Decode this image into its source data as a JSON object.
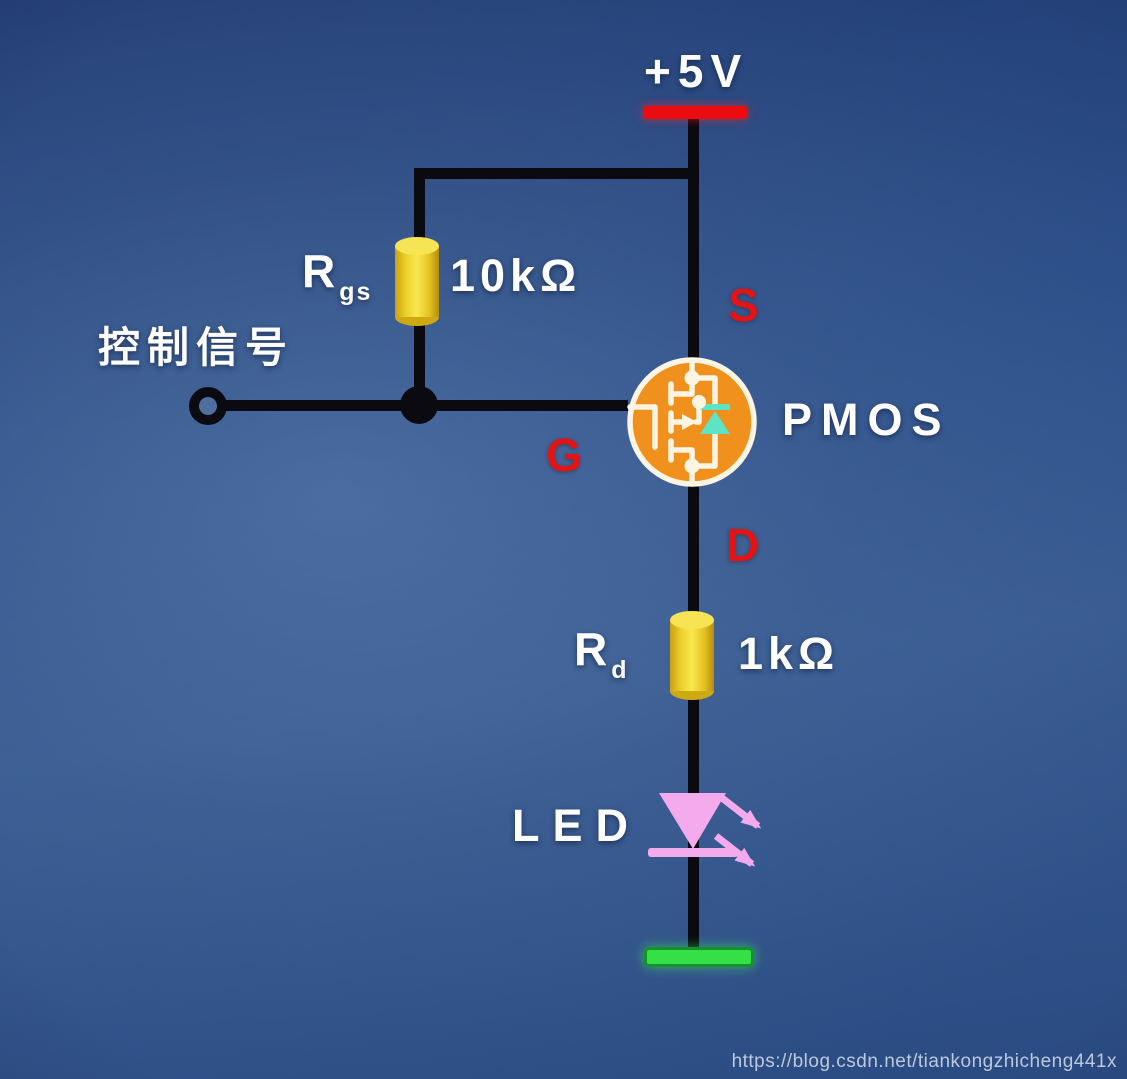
{
  "watermark": "https://blog.csdn.net/tiankongzhicheng441x",
  "circuit": {
    "power_rail": {
      "label": "+5V",
      "bar_color": "#ea0c10"
    },
    "control_input": {
      "label": "控制信号"
    },
    "resistor_rgs": {
      "symbol": "R",
      "subscript": "gs",
      "value": "10kΩ",
      "body_color": "#f0d22c"
    },
    "resistor_rd": {
      "symbol": "R",
      "subscript": "d",
      "value": "1kΩ",
      "body_color": "#f0d22c"
    },
    "transistor": {
      "label": "PMOS",
      "pin_source": "S",
      "pin_gate": "G",
      "pin_drain": "D",
      "body_color": "#f0911e",
      "symbol_color": "#fcf5e4",
      "diode_color": "#5ee3c5",
      "pin_label_color": "#e41414"
    },
    "led": {
      "label": "LED",
      "symbol_color": "#f4abee"
    },
    "ground": {
      "bar_color": "#35df47"
    },
    "wire_color": "#0a0a10"
  }
}
